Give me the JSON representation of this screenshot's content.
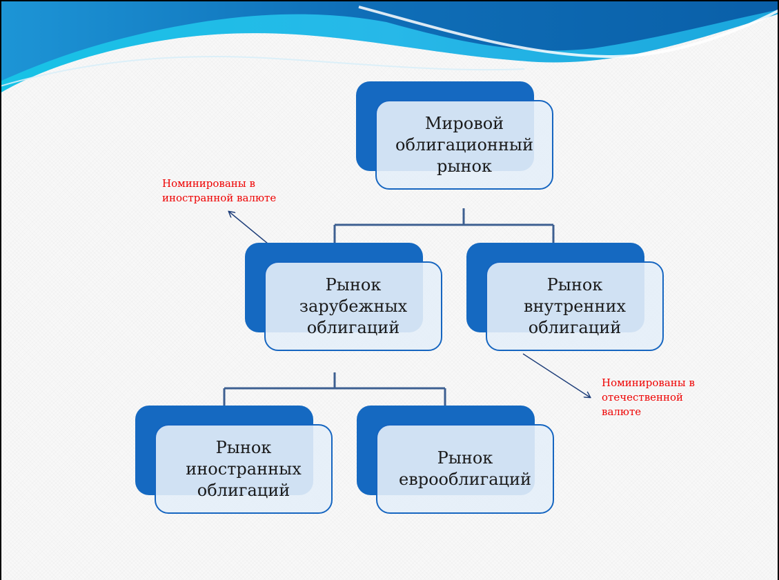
{
  "diagram": {
    "root": {
      "label": "Мировой\nоблигационный\nрынок"
    },
    "level2": [
      {
        "label": "Рынок\nзарубежных\nоблигаций"
      },
      {
        "label": "Рынок\nвнутренних\nоблигаций"
      }
    ],
    "level3": [
      {
        "label": "Рынок\nиностранных\nоблигаций"
      },
      {
        "label": "Рынок\nеврооблигаций"
      }
    ],
    "annotations": {
      "foreign_currency": "Номинированы в\nиностранной валюте",
      "domestic_currency": "Номинированы в\nотечественной\nвалюте"
    }
  },
  "colors": {
    "box_back": "#1569c1",
    "box_border": "#1565c0",
    "box_fill": "#e4eef8",
    "connector": "#3d5f91",
    "arrow": "#1f3f7a",
    "annotation_text": "#ee0000"
  }
}
